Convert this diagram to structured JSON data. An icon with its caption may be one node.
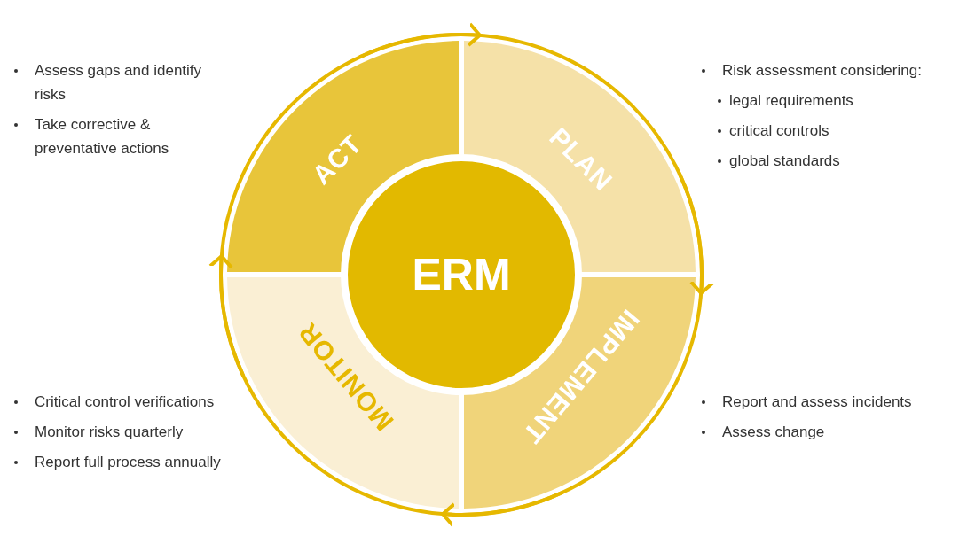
{
  "diagram": {
    "nodes": [
      {
        "text": [
          "ACT"
        ],
        "beside": [
          "Assess gaps and identify risks",
          "Take corrective & preventative actions"
        ]
      },
      {
        "text": [
          "PLAN"
        ],
        "beside": [
          "Risk assessment considering:",
          "legal requirements",
          "critical controls",
          "global standards"
        ]
      },
      {
        "text": [
          "ERM"
        ]
      },
      {
        "text": [
          "MONITOR"
        ],
        "beside": [
          "Critical control verifications",
          "Monitor risks quarterly",
          "Report full process annually"
        ]
      },
      {
        "text": [
          "IMPLEMENT"
        ],
        "beside": [
          "Report and assess incidents",
          "Assess change"
        ]
      }
    ],
    "edges": [
      {
        "from": 0,
        "to": 1,
        "arrow": "to"
      },
      {
        "from": 1,
        "to": 4,
        "arrow": "to"
      },
      {
        "from": 4,
        "to": 3,
        "arrow": "to"
      },
      {
        "from": 3,
        "to": 0,
        "arrow": "to"
      }
    ]
  }
}
